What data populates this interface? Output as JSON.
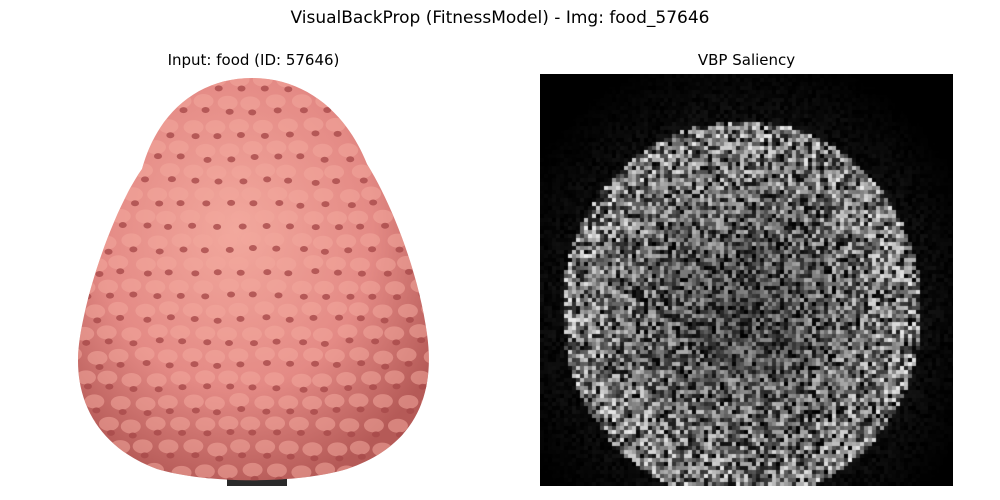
{
  "figure": {
    "suptitle": "VisualBackProp (FitnessModel) - Img: food_57646"
  },
  "panels": [
    {
      "title": "Input: food (ID: 57646)",
      "content": "photo-pink-textured-egg-shaped-object",
      "colors": {
        "background": "#ffffff",
        "body": "#e48a85",
        "highlight": "#f2a89d",
        "shadow": "#b55a57",
        "scale_pit": "#a84a4a",
        "stem": "#2a2a2a"
      }
    },
    {
      "title": "VBP Saliency",
      "content": "grayscale-saliency-map-noise",
      "colors": {
        "background": "#000000",
        "bright": "#ffffff",
        "dim": "#505050"
      }
    }
  ]
}
